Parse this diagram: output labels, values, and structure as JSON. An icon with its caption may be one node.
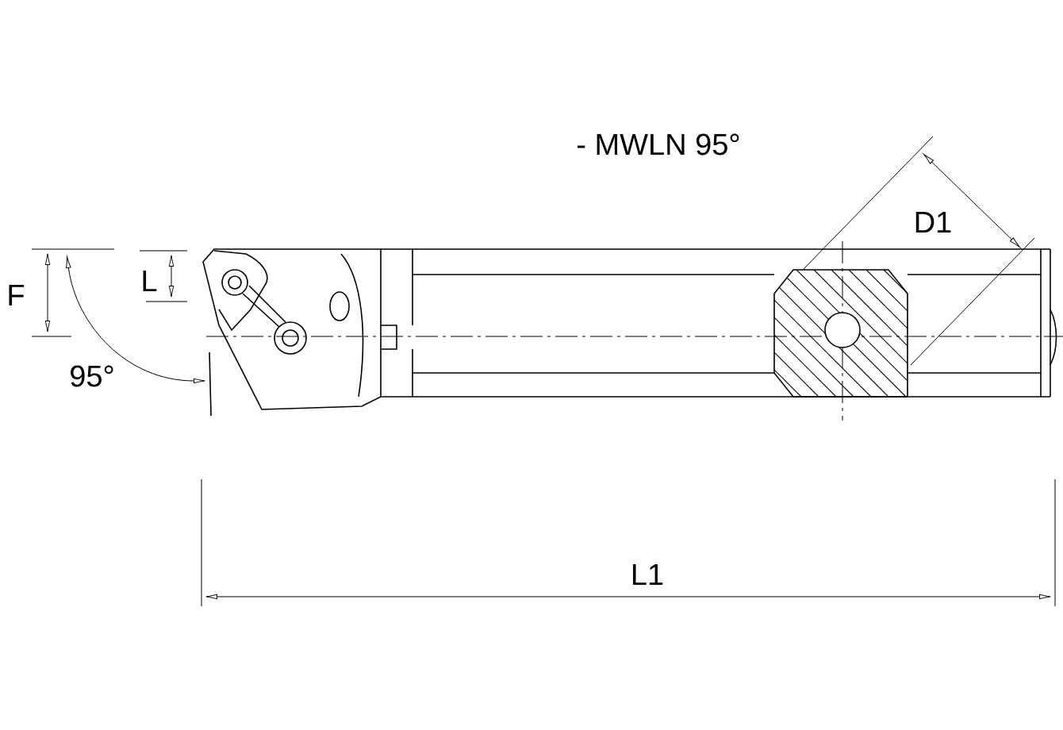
{
  "diagram": {
    "labels": [
      "- MWLN 95°",
      "D1",
      "F",
      "L",
      "95°",
      "L1"
    ]
  }
}
